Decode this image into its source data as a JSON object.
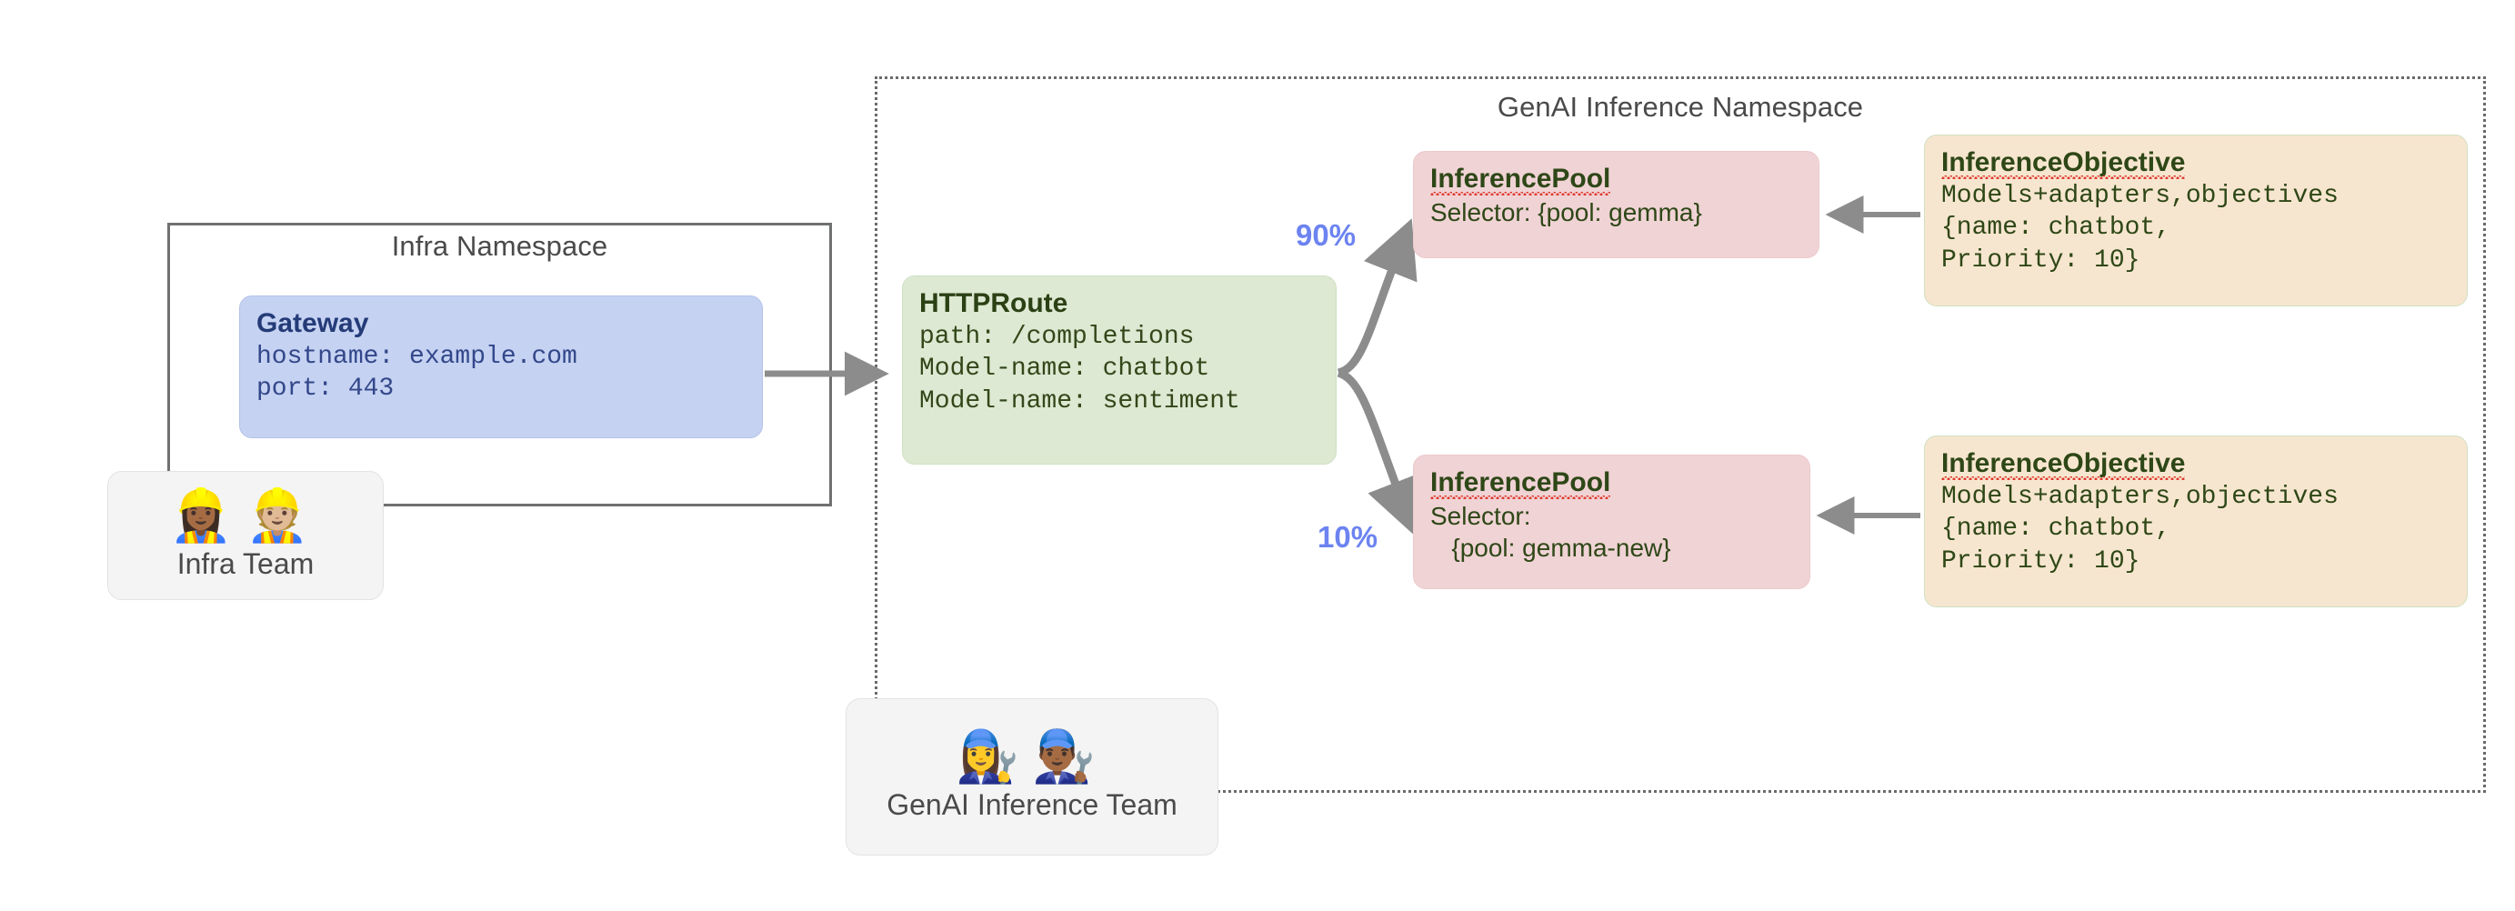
{
  "diagram": {
    "title": "Gateway API Inference Extension resource model",
    "namespaces": [
      {
        "id": "infra",
        "label": "Infra Namespace",
        "border": "solid"
      },
      {
        "id": "genai",
        "label": "GenAI Inference Namespace",
        "border": "dotted"
      }
    ],
    "colors": {
      "gateway_fill": "#c5d2f2",
      "httproute_fill": "#dde9d2",
      "inferencepool_fill": "#f0d3d5",
      "inferenceobjective_fill": "#f7e6cf",
      "team_fill": "#f4f4f4",
      "weight_text": "#6c83f0",
      "connector": "#8c8c8c",
      "namespace_border": "#6f7170"
    }
  },
  "gateway": {
    "title": "Gateway",
    "lines": [
      "hostname: example.com",
      "port: 443"
    ]
  },
  "httproute": {
    "title": "HTTPRoute",
    "lines": [
      "path: /completions",
      "Model-name: chatbot",
      "Model-name: sentiment"
    ]
  },
  "inference_pools": [
    {
      "id": "gemma",
      "title": "InferencePool",
      "lines": [
        "Selector: {pool: gemma}"
      ],
      "weight": "90%"
    },
    {
      "id": "gemma-new",
      "title": "InferencePool",
      "lines": [
        "Selector:",
        "   {pool: gemma-new}"
      ],
      "weight": "10%"
    }
  ],
  "inference_objectives": [
    {
      "id": "objective-top",
      "title": "InferenceObjective",
      "lines": [
        "Models+adapters,objectives",
        "{name: chatbot,",
        "Priority: 10}"
      ]
    },
    {
      "id": "objective-bottom",
      "title": "InferenceObjective",
      "lines": [
        "Models+adapters,objectives",
        "{name: chatbot,",
        "Priority: 10}"
      ]
    }
  ],
  "teams": [
    {
      "id": "infra-team",
      "label": "Infra Team",
      "emojis": "👷🏾‍♀️👷🏼",
      "icon_names": [
        "construction-worker-woman-icon",
        "construction-worker-man-icon"
      ]
    },
    {
      "id": "genai-team",
      "label": "GenAI Inference Team",
      "emojis": "👩‍🔧👨🏾‍🔧",
      "icon_names": [
        "mechanic-woman-icon",
        "mechanic-man-icon"
      ]
    }
  ],
  "connectors": [
    {
      "id": "gateway-to-httproute",
      "from": "Gateway",
      "to": "HTTPRoute",
      "label": ""
    },
    {
      "id": "httproute-to-pool-gemma",
      "from": "HTTPRoute",
      "to": "InferencePool gemma",
      "label": "90%"
    },
    {
      "id": "httproute-to-pool-gemma-new",
      "from": "HTTPRoute",
      "to": "InferencePool gemma-new",
      "label": "10%"
    },
    {
      "id": "objective-top-to-pool-gemma",
      "from": "InferenceObjective",
      "to": "InferencePool gemma",
      "label": ""
    },
    {
      "id": "objective-bottom-to-pool-gemma-new",
      "from": "InferenceObjective",
      "to": "InferencePool gemma-new",
      "label": ""
    }
  ]
}
